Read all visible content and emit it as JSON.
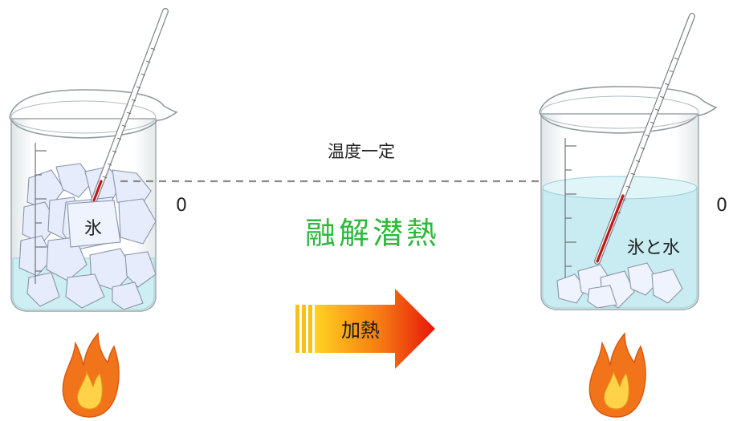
{
  "labels": {
    "constant_temp": "温度一定",
    "latent_heat": "融解潜熱",
    "heating": "加熱",
    "left_temp": "0",
    "right_temp": "0",
    "left_beaker": "氷",
    "right_beaker": "氷と水"
  },
  "colors": {
    "latent_heat": "#2db83d",
    "ice": "#e8eefc",
    "water": "#c8ecf2",
    "arrow_start": "#ffc21a",
    "arrow_end": "#e8150a",
    "flame_outer": "#f26a12",
    "flame_inner": "#ffd24a",
    "mercury": "#c01818"
  },
  "icons": [
    "beaker-icon",
    "thermometer-icon",
    "flame-icon",
    "arrow-right-icon"
  ]
}
